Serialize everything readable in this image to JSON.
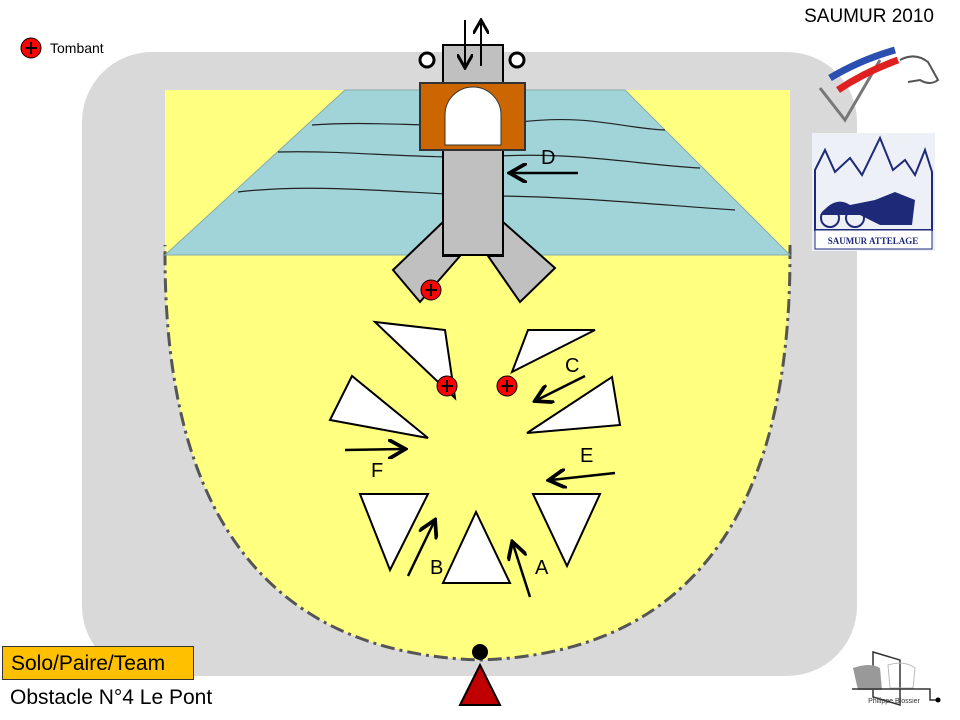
{
  "header": {
    "title": "SAUMUR 2010"
  },
  "legend": {
    "icon": "red-plus-circle",
    "label": "Tombant"
  },
  "course": {
    "gates": [
      "A",
      "B",
      "C",
      "D",
      "E",
      "F"
    ]
  },
  "footer": {
    "category": "Solo/Paire/Team",
    "obstacle": "Obstacle N°4 Le Pont"
  },
  "logos": {
    "attelage": "SAUMUR ATTELAGE",
    "designer": "Philippe Blossier"
  },
  "colors": {
    "sand": "#ffff80",
    "water": "#a0d4d8",
    "ground": "#d9d9d9",
    "bridge": "#c0c0c0",
    "timber": "#cc6600",
    "knockdown": "#ff0000",
    "start": "#c00000"
  }
}
